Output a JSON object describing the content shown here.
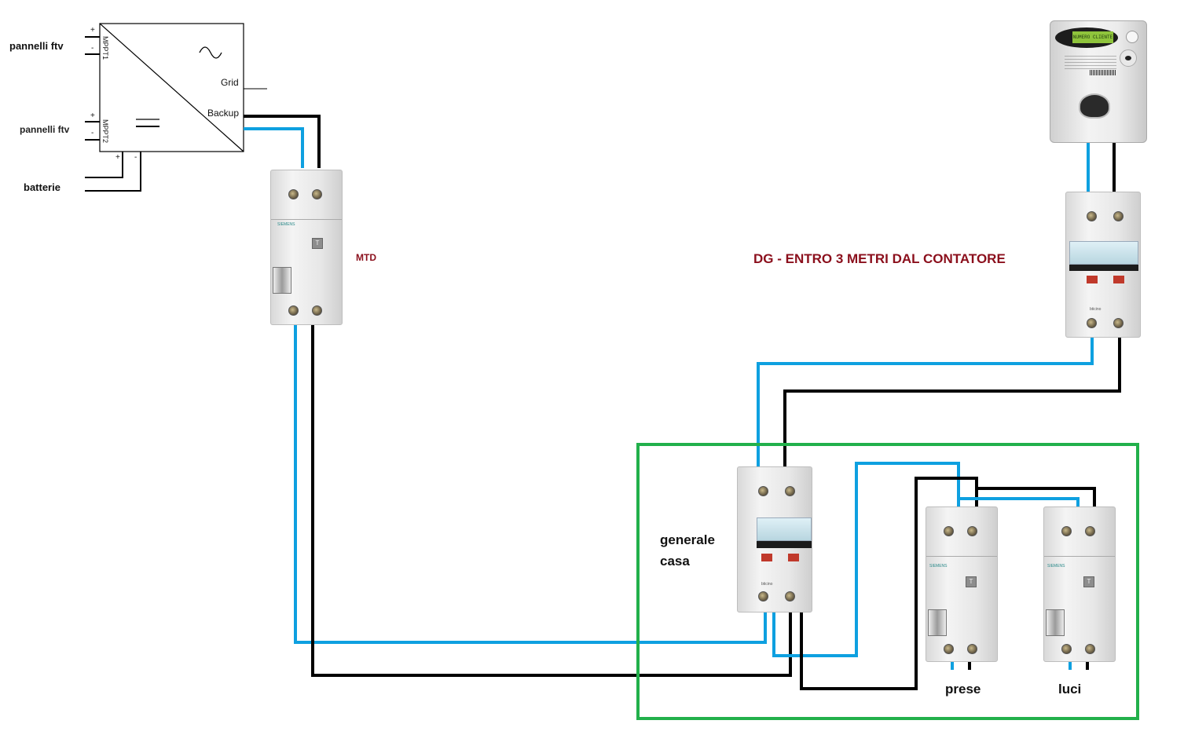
{
  "inverter": {
    "grid_label": "Grid",
    "backup_label": "Backup",
    "mppt1_label": "MPPT1",
    "mppt2_label": "MPPT2",
    "ac_symbol": "~",
    "plus": "+",
    "minus": "-"
  },
  "inputs": {
    "pv1_label": "pannelli ftv",
    "pv2_label": "pannelli ftv",
    "battery_label": "batterie"
  },
  "devices": {
    "mtd_label": "MTD",
    "dg_label": "DG - ENTRO 3 METRI DAL CONTATORE",
    "main_house_label_line1": "generale",
    "main_house_label_line2": "casa",
    "outlets_label": "prese",
    "lights_label": "luci",
    "rcbo_brand": "SIEMENS",
    "mcb_brand": "bticino",
    "test_button": "T"
  },
  "meter": {
    "display_text": "NUMERO CLIENTE"
  },
  "colors": {
    "neutral_wire": "#0ea0e0",
    "phase_wire": "#000000",
    "panel_box": "#22b04b",
    "label_red": "#8b0f1c"
  }
}
